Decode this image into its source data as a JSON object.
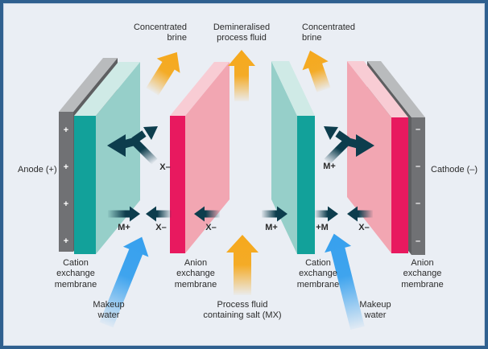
{
  "palette": {
    "bg": "#eaeef4",
    "frame_border": "#2f608f",
    "frame_inner": "#c9d6e4",
    "teal_front": "#12a19a",
    "teal_side": "#96cfc9",
    "teal_top": "#cfeae6",
    "pink_front": "#e8195f",
    "pink_side": "#f2a6b2",
    "pink_top": "#f8ccd4",
    "grey_front": "#707174",
    "grey_side": "#5e5f61",
    "grey_top": "#b9bbbd",
    "yellow": "#f5a81c",
    "blue": "#36a0ee",
    "ion_dark": "#0d3d4d",
    "text": "#2b2b2b",
    "sign_color": "#ffffff"
  },
  "labels": {
    "top_left_brine": "Concentrated\nbrine",
    "top_center": "Demineralised\nprocess fluid",
    "top_right_brine": "Concentrated\nbrine",
    "anode": "Anode (+)",
    "cathode": "Cathode (–)",
    "cation_membrane_1": "Cation\nexchange\nmembrane",
    "anion_membrane_1": "Anion\nexchange\nmembrane",
    "cation_membrane_2": "Cation\nexchange\nmembrane",
    "anion_membrane_2": "Anion\nexchange\nmembrane",
    "makeup_water_1": "Makeup\nwater",
    "makeup_water_2": "Makeup\nwater",
    "process_fluid": "Process fluid\ncontaining salt (MX)"
  },
  "ions": {
    "bent_left": "X–",
    "bent_right": "M+",
    "mid": [
      "M+",
      "X–",
      "X–",
      "M+",
      "+M",
      "X–"
    ]
  },
  "electrode_signs": {
    "anode": "+",
    "cathode": "–"
  }
}
